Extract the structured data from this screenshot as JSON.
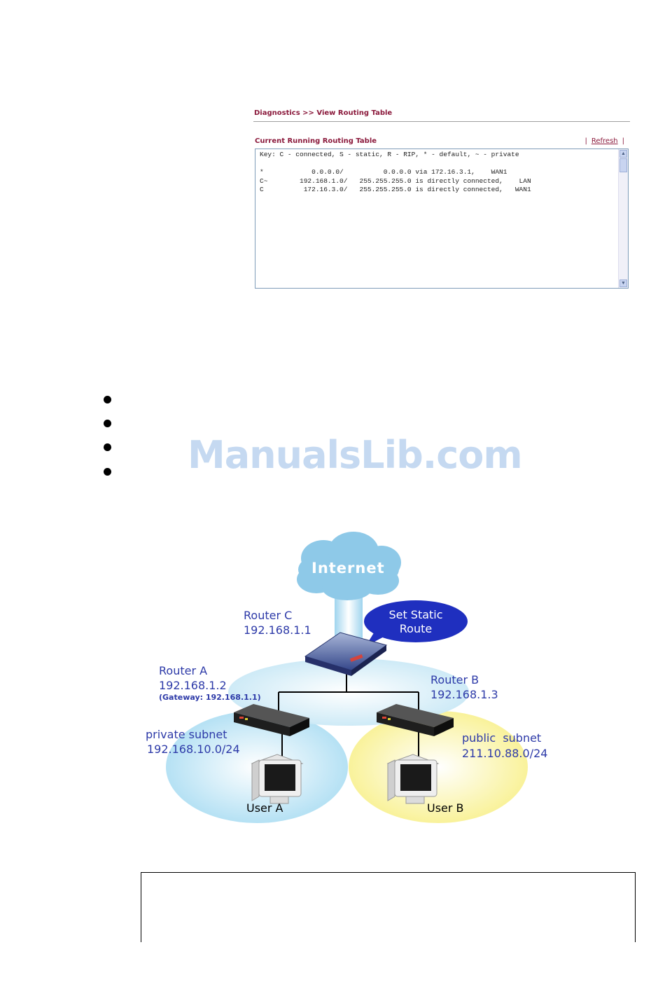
{
  "routing_ui": {
    "breadcrumb": "Diagnostics >> View Routing Table",
    "table_title": "Current Running Routing Table",
    "refresh_label": "Refresh",
    "separator": "|",
    "key_line": "Key: C - connected, S - static, R - RIP, * - default, ~ - private",
    "routes": [
      "*            0.0.0.0/          0.0.0.0 via 172.16.3.1,    WAN1",
      "C~        192.168.1.0/   255.255.255.0 is directly connected,    LAN",
      "C          172.16.3.0/   255.255.255.0 is directly connected,   WAN1"
    ]
  },
  "bullets_count": 4,
  "watermark": "ManualsLib.com",
  "diagram": {
    "cloud_label": "Internet",
    "callout_line1": "Set Static",
    "callout_line2": "Route",
    "router_c": {
      "name": "Router C",
      "ip": "192.168.1.1"
    },
    "router_a": {
      "name": "Router A",
      "ip": "192.168.1.2",
      "gateway": "(Gateway: 192.168.1.1)"
    },
    "router_b": {
      "name": "Router B",
      "ip": "192.168.1.3"
    },
    "private_subnet": {
      "label": "private subnet",
      "net": "192.168.10.0/24"
    },
    "public_subnet": {
      "label": "public  subnet",
      "net": "211.10.88.0/24"
    },
    "user_a": "User A",
    "user_b": "User B",
    "colors": {
      "label_blue": "#2d3aa8",
      "private_zone": "#bfe6f5",
      "public_zone": "#fbf6a8",
      "cloud": "#8ec9e8",
      "callout": "#1f2fbf"
    }
  }
}
